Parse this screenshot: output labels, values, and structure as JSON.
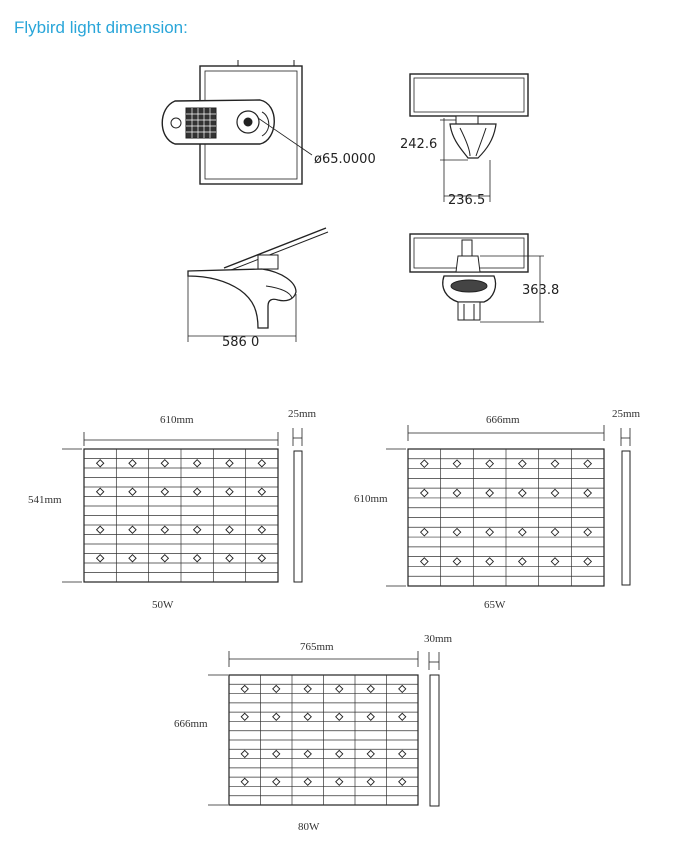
{
  "title": "Flybird light dimension:",
  "views": {
    "top": {
      "diameter_label": "ø65.0000"
    },
    "side": {
      "height_label": "242.6",
      "width_label": "236.5"
    },
    "front": {
      "length_label": "586 0"
    },
    "rear": {
      "height_label": "363.8"
    }
  },
  "panels": [
    {
      "width_label": "610mm",
      "height_label": "541mm",
      "thickness_label": "25mm",
      "power_label": "50W"
    },
    {
      "width_label": "666mm",
      "height_label": "610mm",
      "thickness_label": "25mm",
      "power_label": "65W"
    },
    {
      "width_label": "765mm",
      "height_label": "666mm",
      "thickness_label": "30mm",
      "power_label": "80W"
    }
  ],
  "colors": {
    "title": "#2aa6d9",
    "line": "#222222"
  }
}
